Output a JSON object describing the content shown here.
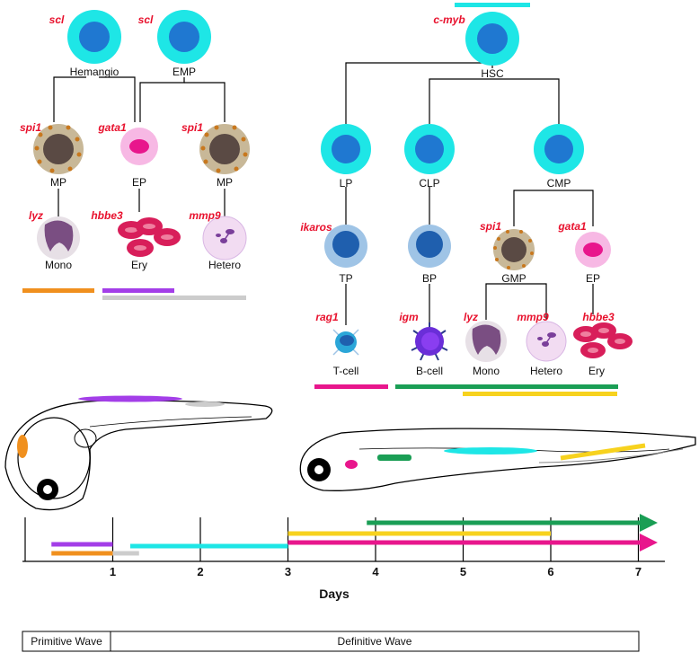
{
  "colors": {
    "cyan": "#1ee6e6",
    "cell_blue": "#1f78d1",
    "tp_outer": "#9fc4e6",
    "tp_inner": "#1f5fae",
    "orange": "#f0901e",
    "purple": "#a33ee8",
    "gray": "#cccccc",
    "magenta": "#e8168c",
    "green": "#1a9e55",
    "yellow": "#f7d21e",
    "gene_red": "#e8112d"
  },
  "primitive": {
    "stem": [
      {
        "gene": "scl",
        "label": "Hemangio"
      },
      {
        "gene": "scl",
        "label": "EMP"
      }
    ],
    "progenitors": [
      {
        "gene": "spi1",
        "label": "MP",
        "cell": "macrophage"
      },
      {
        "gene": "gata1",
        "label": "EP",
        "cell": "erythroid"
      },
      {
        "gene": "spi1",
        "label": "MP",
        "cell": "macrophage"
      }
    ],
    "mature": [
      {
        "gene": "lyz",
        "label": "Mono",
        "cell": "monocyte"
      },
      {
        "gene": "hbbe3",
        "label": "Ery",
        "cell": "erythrocytes"
      },
      {
        "gene": "mmp9",
        "label": "Hetero",
        "cell": "heterophil"
      }
    ]
  },
  "definitive": {
    "hsc": {
      "gene": "c-myb",
      "label": "HSC"
    },
    "progenitors": [
      {
        "gene": "",
        "label": "LP"
      },
      {
        "gene": "",
        "label": "CLP"
      },
      {
        "gene": "",
        "label": "CMP"
      }
    ],
    "lymphoid": [
      {
        "gene": "ikaros",
        "label": "TP"
      },
      {
        "gene": "",
        "label": "BP"
      }
    ],
    "myeloid": [
      {
        "gene": "spi1",
        "label": "GMP",
        "cell": "macrophage"
      },
      {
        "gene": "gata1",
        "label": "EP",
        "cell": "erythroid"
      }
    ],
    "mature": [
      {
        "gene": "rag1",
        "label": "T-cell",
        "cell": "tcell"
      },
      {
        "gene": "igm",
        "label": "B-cell",
        "cell": "bcell"
      },
      {
        "gene": "lyz",
        "label": "Mono",
        "cell": "monocyte"
      },
      {
        "gene": "mmp9",
        "label": "Hetero",
        "cell": "heterophil"
      },
      {
        "gene": "hbbe3",
        "label": "Ery",
        "cell": "erythrocytes"
      }
    ]
  },
  "timeline": {
    "xlabel": "Days",
    "ticks": [
      "1",
      "2",
      "3",
      "4",
      "5",
      "6",
      "7"
    ],
    "bars": [
      {
        "color": "purple",
        "start": 0.3,
        "end": 1.0
      },
      {
        "color": "orange",
        "start": 0.3,
        "end": 1.0
      },
      {
        "color": "gray",
        "start": 1.0,
        "end": 1.3
      },
      {
        "color": "cyan",
        "start": 1.2,
        "end": 3.0
      },
      {
        "color": "yellow",
        "start": 3.0,
        "end": 6.0
      },
      {
        "color": "magenta",
        "start": 3.0,
        "end": 7.2,
        "arrow": true
      },
      {
        "color": "green",
        "start": 3.9,
        "end": 7.2,
        "arrow": true
      }
    ],
    "waves": [
      {
        "label": "Primitive Wave"
      },
      {
        "label": "Definitive Wave"
      }
    ]
  }
}
